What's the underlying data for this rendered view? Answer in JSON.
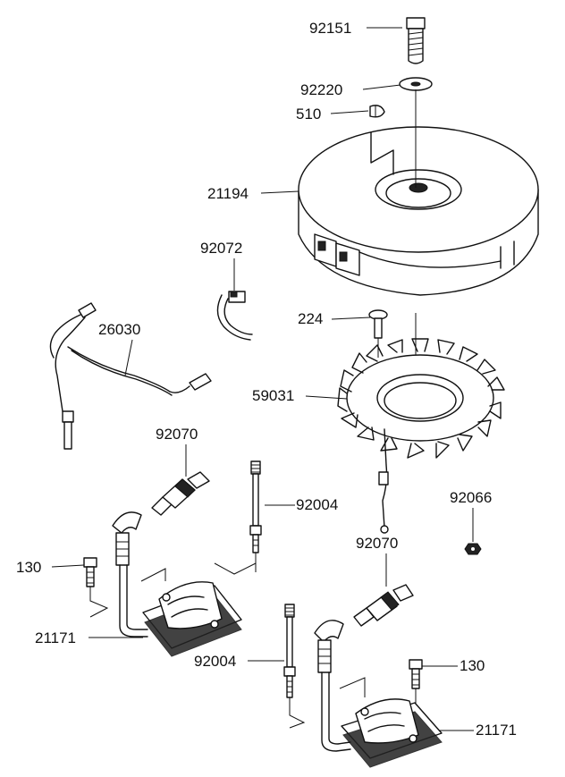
{
  "parts": [
    {
      "id": "p92151",
      "number": "92151",
      "name": "bolt"
    },
    {
      "id": "p92220",
      "number": "92220",
      "name": "washer"
    },
    {
      "id": "p510",
      "number": "510",
      "name": "key"
    },
    {
      "id": "p21194",
      "number": "21194",
      "name": "flywheel"
    },
    {
      "id": "p92072",
      "number": "92072",
      "name": "band"
    },
    {
      "id": "p26030",
      "number": "26030",
      "name": "lead wire"
    },
    {
      "id": "p224",
      "number": "224",
      "name": "screw"
    },
    {
      "id": "p59031",
      "number": "59031",
      "name": "stator"
    },
    {
      "id": "p92070a",
      "number": "92070",
      "name": "spark plug"
    },
    {
      "id": "p92066",
      "number": "92066",
      "name": "nut"
    },
    {
      "id": "p92004a",
      "number": "92004",
      "name": "stud"
    },
    {
      "id": "p92070b",
      "number": "92070",
      "name": "spark plug"
    },
    {
      "id": "p130a",
      "number": "130",
      "name": "bolt"
    },
    {
      "id": "p21171a",
      "number": "21171",
      "name": "ignition coil"
    },
    {
      "id": "p92004b",
      "number": "92004",
      "name": "stud"
    },
    {
      "id": "p130b",
      "number": "130",
      "name": "bolt"
    },
    {
      "id": "p21171b",
      "number": "21171",
      "name": "ignition coil"
    }
  ]
}
